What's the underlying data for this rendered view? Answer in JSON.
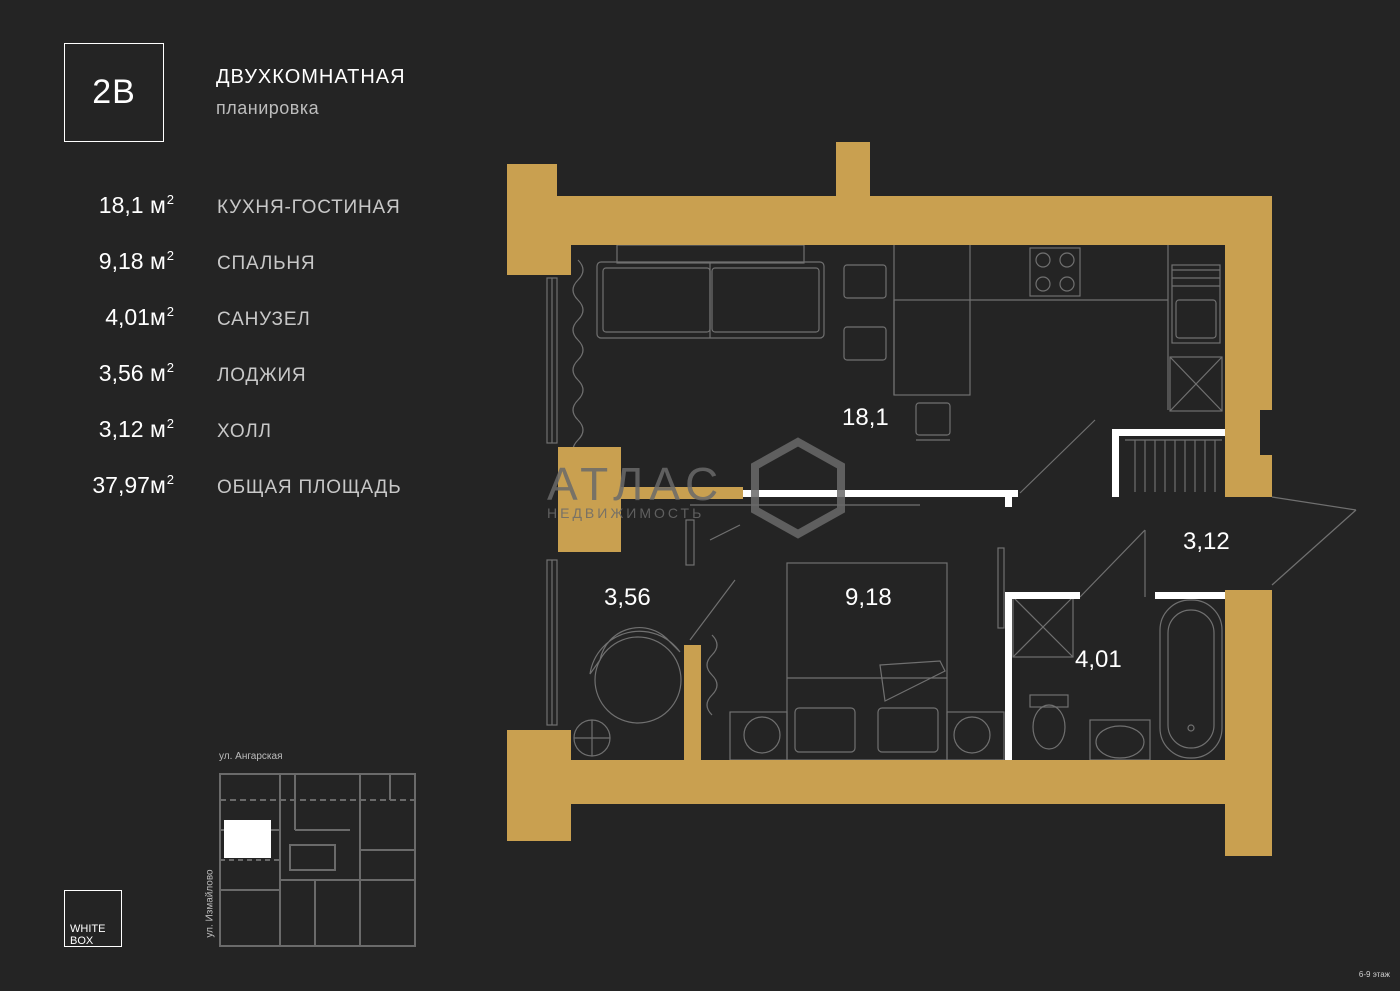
{
  "header": {
    "unit_code": "2B",
    "title": "ДВУХКОМНАТНАЯ",
    "subtitle": "планировка"
  },
  "areas": [
    {
      "value": "18,1 м",
      "name": "КУХНЯ-ГОСТИНАЯ"
    },
    {
      "value": "9,18 м",
      "name": "СПАЛЬНЯ"
    },
    {
      "value": "4,01м",
      "name": "САНУЗЕЛ"
    },
    {
      "value": "3,56 м",
      "name": "ЛОДЖИЯ"
    },
    {
      "value": "3,12 м",
      "name": "ХОЛЛ"
    },
    {
      "value": "37,97м",
      "name": "ОБЩАЯ ПЛОЩАДЬ"
    }
  ],
  "area_unit_superscript": "2",
  "plan": {
    "rooms": {
      "kitchen_living": "18,1",
      "hall": "3,12",
      "loggia": "3,56",
      "bedroom": "9,18",
      "bathroom": "4,01"
    }
  },
  "watermark": {
    "brand": "АТЛАС",
    "sub": "НЕДВИЖИМОСТЬ"
  },
  "footer": {
    "whitebox_line1": "WHITE",
    "whitebox_line2": "BOX",
    "street_top": "ул. Ангарская",
    "street_side": "ул. Измайлово",
    "floor_note": "6-9 этаж"
  },
  "colors": {
    "background": "#242424",
    "wall": "#c9a050",
    "line": "#707070",
    "text": "#ffffff"
  }
}
